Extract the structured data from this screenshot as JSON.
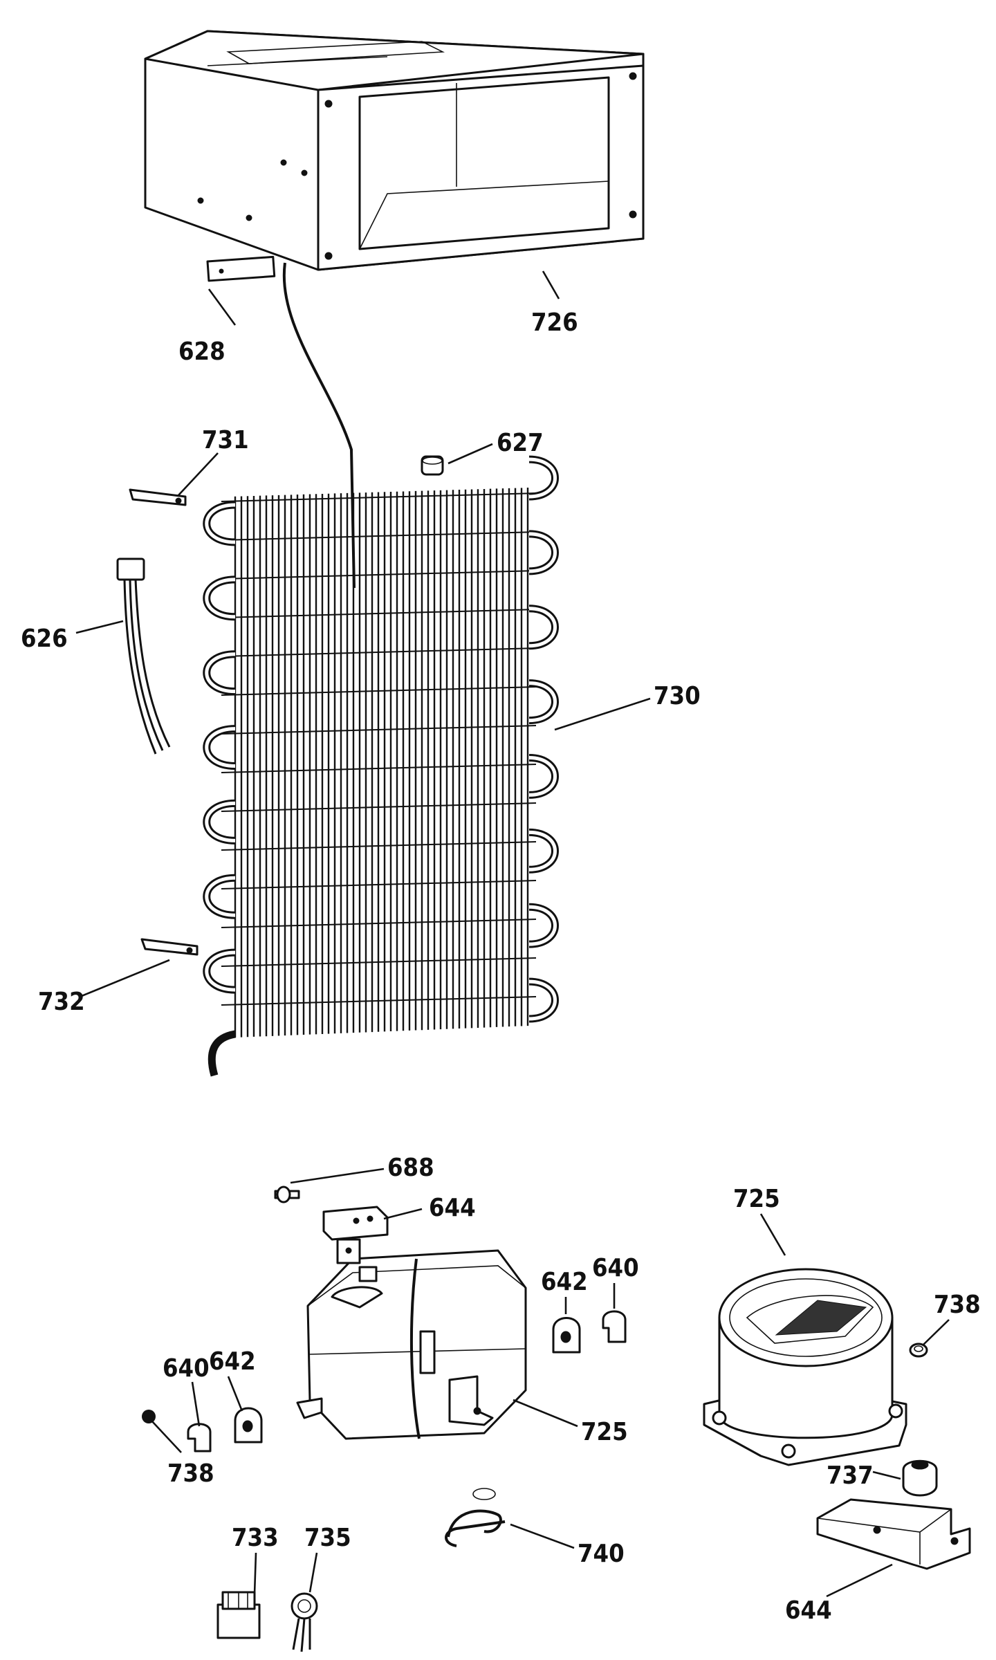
{
  "parts": [
    {
      "id": "housing",
      "label": "726"
    },
    {
      "id": "bracket-top",
      "label": "628"
    },
    {
      "id": "clip-upper",
      "label": "731"
    },
    {
      "id": "grommet-top",
      "label": "627"
    },
    {
      "id": "harness",
      "label": "626"
    },
    {
      "id": "condenser",
      "label": "730"
    },
    {
      "id": "clip-lower",
      "label": "732"
    },
    {
      "id": "screw",
      "label": "688"
    },
    {
      "id": "bracket-mid",
      "label": "644"
    },
    {
      "id": "compressor-new",
      "label": "725"
    },
    {
      "id": "grommet-r",
      "label": "642"
    },
    {
      "id": "sleeve-r",
      "label": "640"
    },
    {
      "id": "plug-r",
      "label": "738"
    },
    {
      "id": "sleeve-l",
      "label": "640"
    },
    {
      "id": "grommet-l",
      "label": "642"
    },
    {
      "id": "compressor-old",
      "label": "725"
    },
    {
      "id": "plug-l",
      "label": "738"
    },
    {
      "id": "foot",
      "label": "737"
    },
    {
      "id": "relay",
      "label": "733"
    },
    {
      "id": "overload",
      "label": "735"
    },
    {
      "id": "clip-spring",
      "label": "740"
    },
    {
      "id": "base-bracket",
      "label": "644"
    }
  ]
}
